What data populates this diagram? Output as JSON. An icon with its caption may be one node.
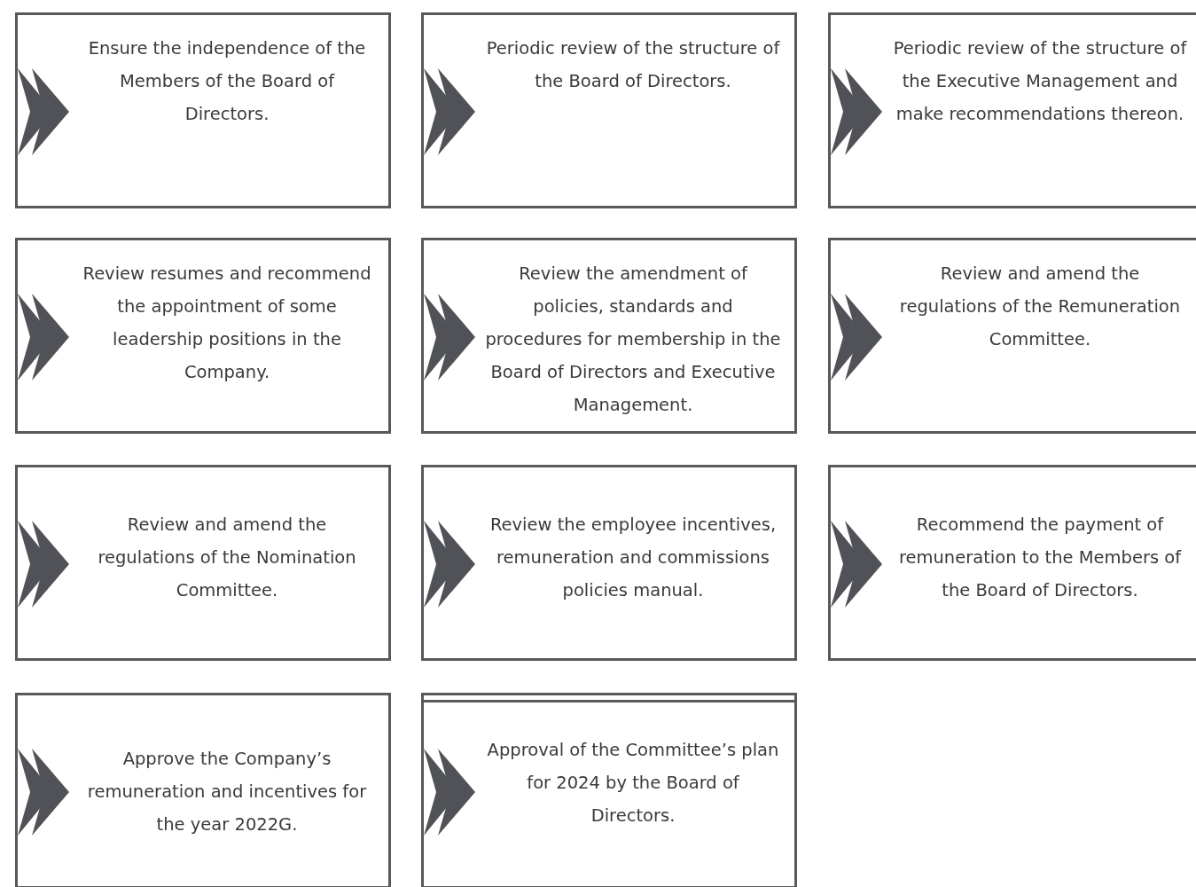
{
  "diagram": {
    "nodes": [
      {
        "text": [
          "Ensure the independence of the Members of the Board of Directors."
        ]
      },
      {
        "text": [
          "Periodic review of the structure of the Board of Directors."
        ]
      },
      {
        "text": [
          "Periodic review of the structure of the Executive Management and make recommendations thereon."
        ]
      },
      {
        "text": [
          "Review resumes and recommend the appointment of some leadership positions in the Company."
        ]
      },
      {
        "text": [
          "Review the amendment of policies, standards and procedures for membership in the Board of Directors and Executive Management."
        ]
      },
      {
        "text": [
          "Review and amend the regulations of the Remuneration Committee."
        ]
      },
      {
        "text": [
          "Review and amend the regulations of the Nomination Committee."
        ]
      },
      {
        "text": [
          "Review the employee incentives, remuneration and commissions policies manual."
        ]
      },
      {
        "text": [
          "Recommend the payment of remuneration to the Members of the Board of Directors."
        ]
      },
      {
        "text": [
          "Approve the Company’s remuneration and incentives for the year 2022G."
        ]
      },
      {
        "text": [
          "Approval of the Committee’s plan for 2024 by the Board of Directors."
        ]
      }
    ]
  }
}
